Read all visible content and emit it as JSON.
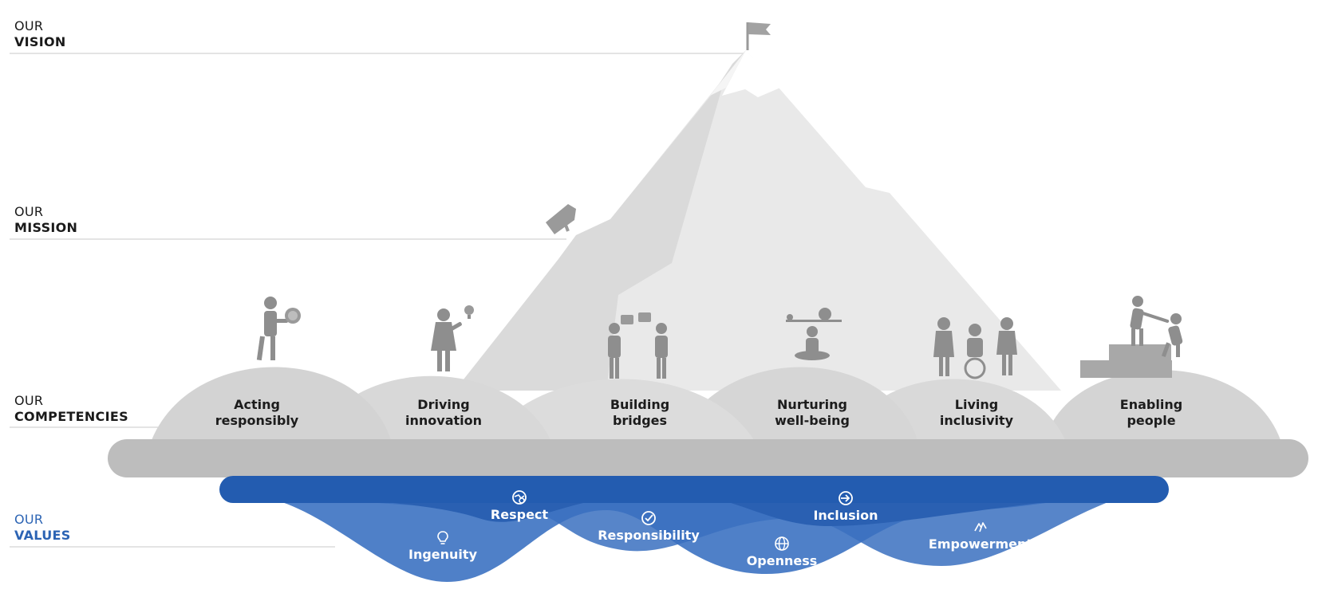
{
  "levels": {
    "vision": {
      "pre": "OUR",
      "main": "VISION"
    },
    "mission": {
      "pre": "OUR",
      "main": "MISSION"
    },
    "competencies": {
      "pre": "OUR",
      "main": "COMPETENCIES"
    },
    "values": {
      "pre": "OUR",
      "main": "VALUES"
    }
  },
  "competencies": [
    {
      "line1": "Acting",
      "line2": "responsibly"
    },
    {
      "line1": "Driving",
      "line2": "innovation"
    },
    {
      "line1": "Building",
      "line2": "bridges"
    },
    {
      "line1": "Nurturing",
      "line2": "well-being"
    },
    {
      "line1": "Living",
      "line2": "inclusivity"
    },
    {
      "line1": "Enabling",
      "line2": "people"
    }
  ],
  "values": [
    {
      "label": "Respect",
      "icon": "respect-icon"
    },
    {
      "label": "Responsibility",
      "icon": "check-circle-icon"
    },
    {
      "label": "Inclusion",
      "icon": "enter-arrow-icon"
    },
    {
      "label": "Ingenuity",
      "icon": "lightbulb-icon"
    },
    {
      "label": "Openness",
      "icon": "globe-icon"
    },
    {
      "label": "Empowerment",
      "icon": "hands-icon"
    }
  ],
  "colors": {
    "mountain": "#e9e9e9",
    "mountain_shade": "#d8d8d8",
    "hills": "#d3d3d3",
    "base": "#bdbdbd",
    "water_dark": "#235cb0",
    "water_light": "#4d7fc7",
    "figures": "#8e8e8e",
    "label_blue": "#2c64b4"
  }
}
